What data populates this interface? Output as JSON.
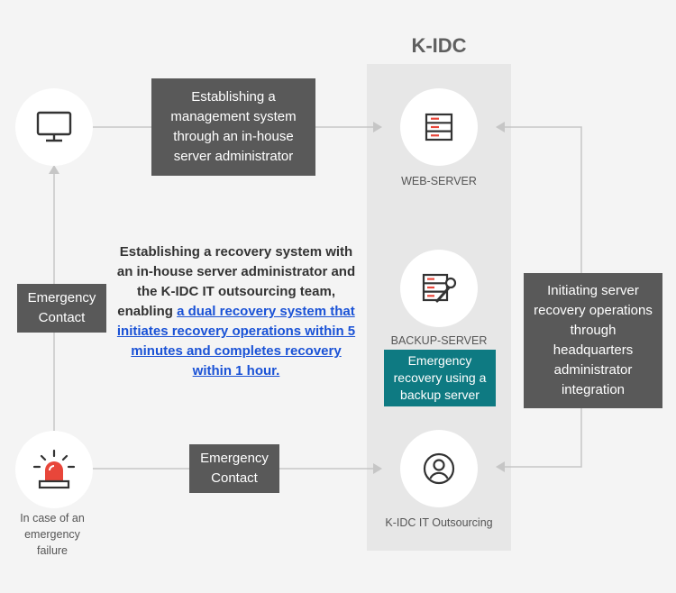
{
  "title": "K-IDC",
  "boxes": {
    "management": "Establishing a management system through an in-house server administrator",
    "emergency_left": "Emergency Contact",
    "emergency_bottom": "Emergency Contact",
    "right": "Initiating server recovery operations through headquarters administrator integration",
    "teal": "Emergency recovery using a backup server"
  },
  "servers": {
    "web": "WEB-SERVER",
    "backup": "BACKUP-SERVER",
    "outsourcing": "K-IDC IT Outsourcing"
  },
  "center_text": {
    "plain": "Establishing a recovery system with an in-house server administrator and the K-IDC IT outsourcing team, enabling ",
    "link": "a dual recovery system that initiates recovery operations within 5 minutes and completes recovery within 1 hour."
  },
  "failure_label": "In case of an emergency failure",
  "icons": {
    "monitor": "monitor-icon",
    "alarm": "alarm-siren-icon",
    "web": "server-stack-icon",
    "backup": "server-wrench-icon",
    "outsourcing": "user-circle-icon"
  },
  "colors": {
    "dark_box": "#595959",
    "teal_box": "#0e7a82",
    "link": "#1a52d6",
    "alarm_red": "#e8463a"
  }
}
